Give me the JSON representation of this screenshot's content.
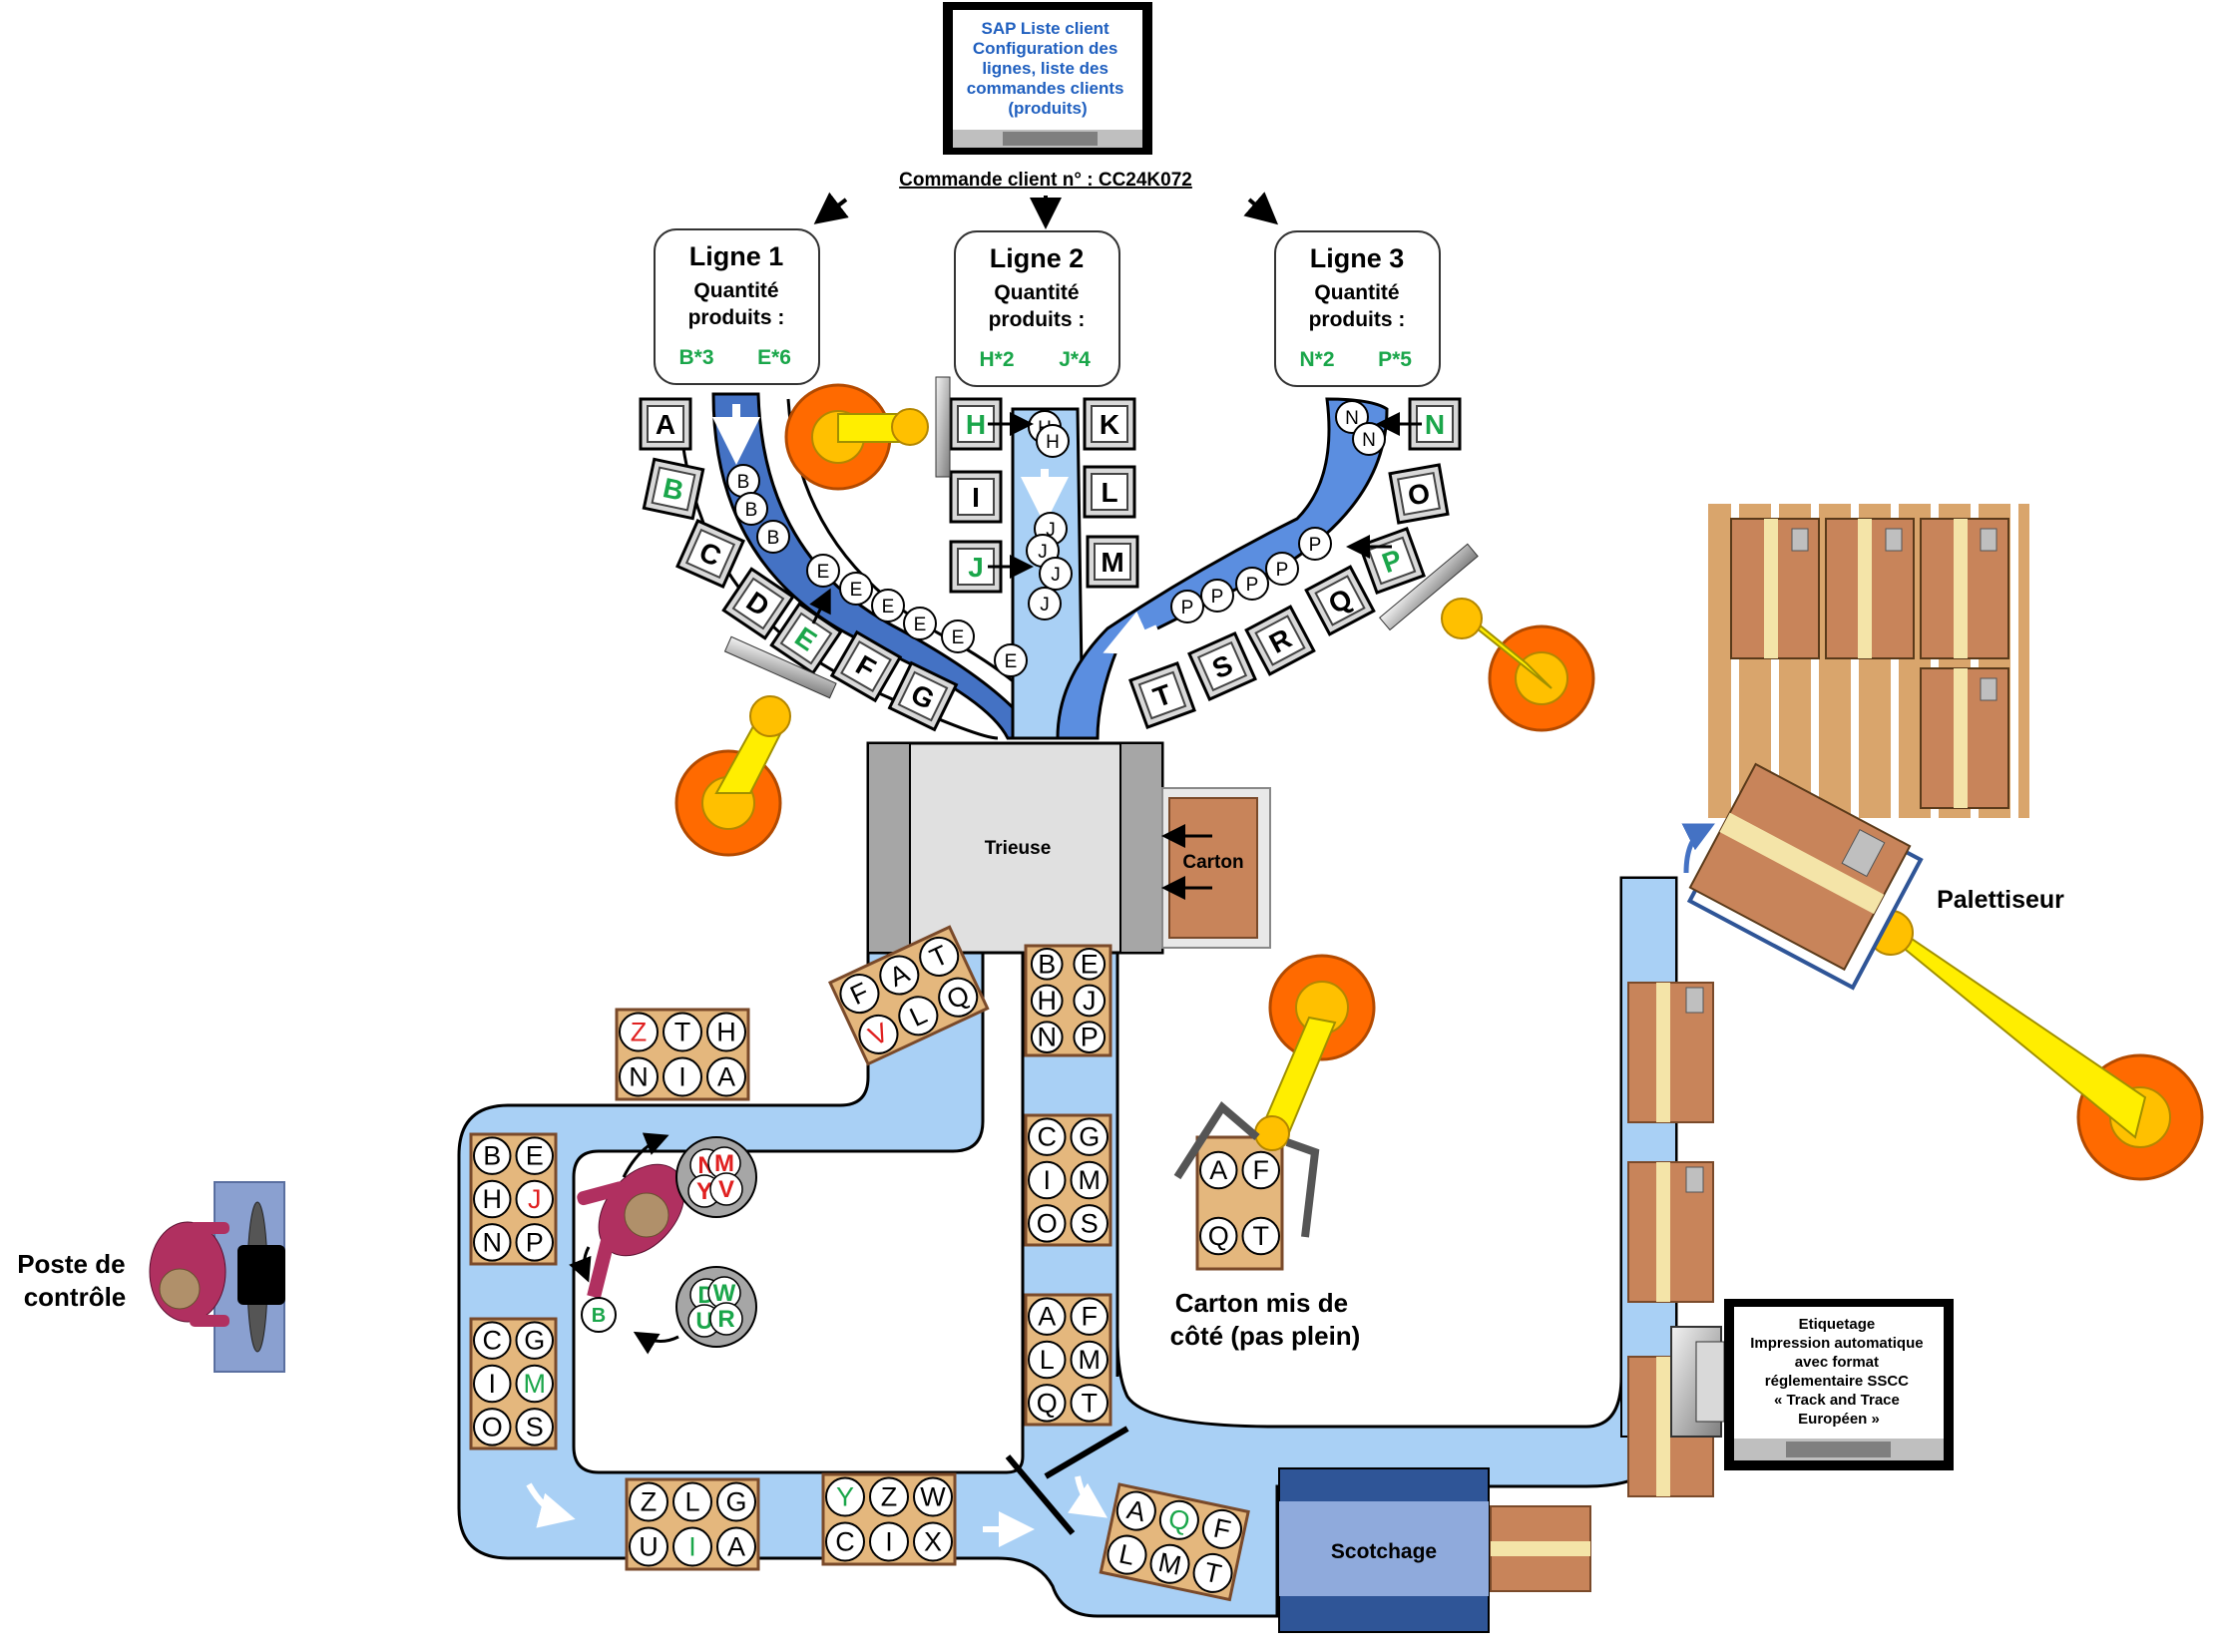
{
  "sap": {
    "title": [
      "SAP Liste client",
      "Configuration des",
      "lignes, liste des",
      "commandes clients",
      "(produits)"
    ],
    "order_label": "Commande client n° : CC24K072"
  },
  "lines": [
    {
      "title": "Ligne 1",
      "qty_label": [
        "Quantité",
        "produits :"
      ],
      "items": [
        "B*3",
        "E*6"
      ]
    },
    {
      "title": "Ligne 2",
      "qty_label": [
        "Quantité",
        "produits :"
      ],
      "items": [
        "H*2",
        "J*4"
      ]
    },
    {
      "title": "Ligne 3",
      "qty_label": [
        "Quantité",
        "produits :"
      ],
      "items": [
        "N*2",
        "P*5"
      ]
    }
  ],
  "bins": {
    "line1": [
      "A",
      "B",
      "C",
      "D",
      "E",
      "F",
      "G"
    ],
    "line2": [
      "H",
      "I",
      "J",
      "K",
      "L",
      "M"
    ],
    "line3": [
      "N",
      "O",
      "P",
      "Q",
      "R",
      "S",
      "T"
    ]
  },
  "conveyor_balls": {
    "line1": [
      "B",
      "B",
      "B",
      "E",
      "E",
      "E",
      "E",
      "E",
      "E"
    ],
    "line2": [
      "H",
      "H",
      "J",
      "J",
      "J",
      "J"
    ],
    "line3": [
      "N",
      "N",
      "P",
      "P",
      "P",
      "P",
      "P"
    ]
  },
  "stations": {
    "trieuse": "Trieuse",
    "carton": "Carton",
    "scotchage": "Scotchage",
    "palettiseur": "Palettiseur",
    "poste_controle": [
      "Poste de",
      "contrôle"
    ],
    "carton_side": [
      "Carton mis de",
      "côté (pas plein)"
    ],
    "etiquetage": [
      "Etiquetage",
      "Impression automatique",
      "avec format",
      "réglementaire SSCC",
      "« Track and Trace",
      "Européen »"
    ]
  },
  "cartons": [
    {
      "id": "c1",
      "items": [
        "Z",
        "T",
        "H",
        "N",
        "I",
        "A"
      ]
    },
    {
      "id": "c2",
      "items": [
        "F",
        "A",
        "T",
        "V",
        "L",
        "Q"
      ]
    },
    {
      "id": "c3",
      "items": [
        "B",
        "E",
        "H",
        "J",
        "N",
        "P"
      ]
    },
    {
      "id": "c4",
      "items": [
        "C",
        "G",
        "I",
        "M",
        "O",
        "S"
      ]
    },
    {
      "id": "c5",
      "items": [
        "B",
        "E",
        "H",
        "J",
        "N",
        "P"
      ]
    },
    {
      "id": "c6",
      "items": [
        "C",
        "G",
        "I",
        "M",
        "O",
        "S"
      ]
    },
    {
      "id": "c7",
      "items": [
        "A",
        "F",
        "L",
        "M",
        "Q",
        "T"
      ]
    },
    {
      "id": "c8",
      "items": [
        "Z",
        "L",
        "G",
        "U",
        "I",
        "A"
      ]
    },
    {
      "id": "c9",
      "items": [
        "Y",
        "Z",
        "W",
        "C",
        "I",
        "X"
      ]
    },
    {
      "id": "c10",
      "items": [
        "A",
        "Q",
        "F",
        "L",
        "M",
        "T"
      ]
    },
    {
      "id": "c11",
      "items": [
        "A",
        "F",
        "Q",
        "T"
      ]
    }
  ],
  "bins_reject": {
    "red": [
      "N",
      "M",
      "Y",
      "V"
    ],
    "green": [
      "D",
      "W",
      "U",
      "R"
    ],
    "held": "B"
  },
  "colors": {
    "green": "#1aa64a",
    "red": "#e02020",
    "blue_text": "#1f5fbf",
    "conveyor_light": "#a9d0f5",
    "conveyor_dark": "#4a78c8",
    "robot_yellow": "#ffee00",
    "robot_orange": "#ff6a00",
    "carton": "#c8845a",
    "pallet": "#d9a56c"
  }
}
